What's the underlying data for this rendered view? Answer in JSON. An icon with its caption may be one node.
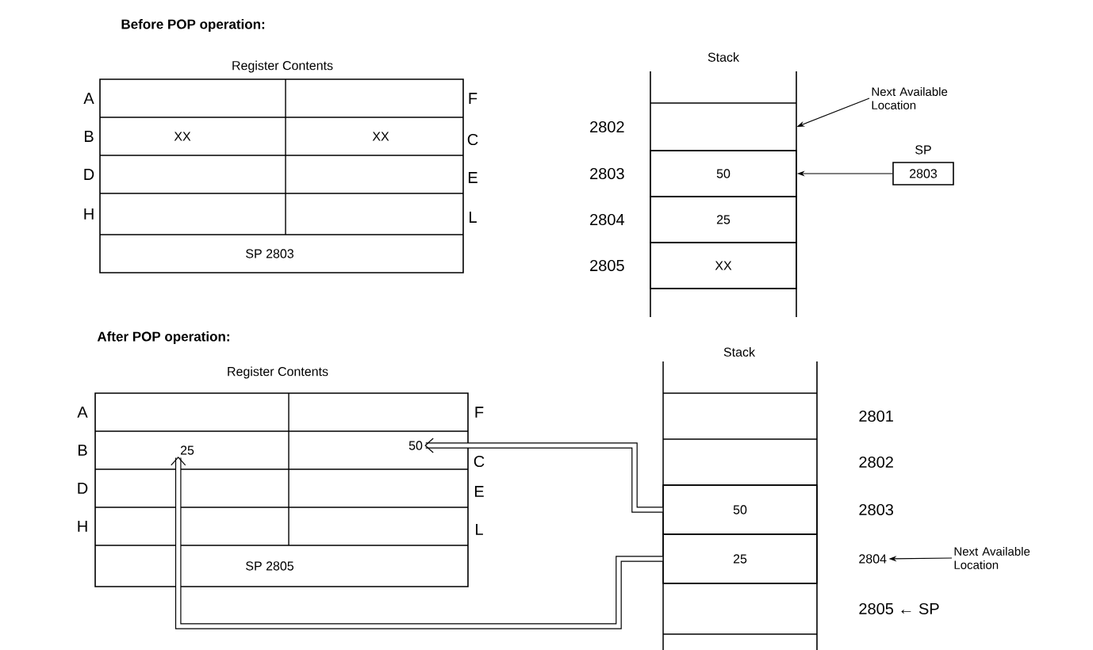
{
  "diagram": {
    "nodes": [
      {
        "text": [
          "Register Contents"
        ]
      },
      {
        "text": [
          "XX"
        ],
        "in": 0
      },
      {
        "text": [
          "XX"
        ],
        "in": 0
      },
      {
        "text": [
          "SP 2803"
        ],
        "in": 0
      },
      {
        "text": [
          "Stack"
        ]
      },
      {
        "text": [
          "50"
        ],
        "in": 4
      },
      {
        "text": [
          "25"
        ],
        "in": 4
      },
      {
        "text": [
          "XX"
        ],
        "in": 4
      },
      {
        "text": [
          "Next Available Location"
        ]
      },
      {
        "text": [
          "SP",
          "2803"
        ]
      },
      {
        "text": [
          "Register Contents"
        ]
      },
      {
        "text": [
          "25"
        ],
        "in": 10
      },
      {
        "text": [
          "50"
        ],
        "in": 10
      },
      {
        "text": [
          "SP 2805"
        ],
        "in": 10
      },
      {
        "text": [
          "Stack"
        ]
      },
      {
        "text": [
          "50"
        ],
        "in": 14
      },
      {
        "text": [
          "25"
        ],
        "in": 14
      },
      {
        "text": [
          "2804"
        ]
      },
      {
        "text": [
          "Next Available Location"
        ]
      }
    ],
    "edges": [
      {
        "from": 8,
        "to": 4,
        "arrow": "to"
      },
      {
        "from": 9,
        "to": 5,
        "arrow": "to"
      },
      {
        "from": 15,
        "to": 12,
        "arrow": "to",
        "style": "thick"
      },
      {
        "from": 16,
        "to": 11,
        "arrow": "to",
        "style": "thick"
      },
      {
        "from": 18,
        "to": 17,
        "arrow": "to"
      }
    ],
    "labels": [
      "Before POP operation:",
      "A",
      "F",
      "B",
      "C",
      "D",
      "E",
      "H",
      "L",
      "2802",
      "2803",
      "2804",
      "2805",
      "After POP operation:",
      "A",
      "F",
      "B",
      "C",
      "D",
      "E",
      "H",
      "L",
      "2801",
      "2802",
      "2803",
      "2805 ← SP"
    ]
  }
}
